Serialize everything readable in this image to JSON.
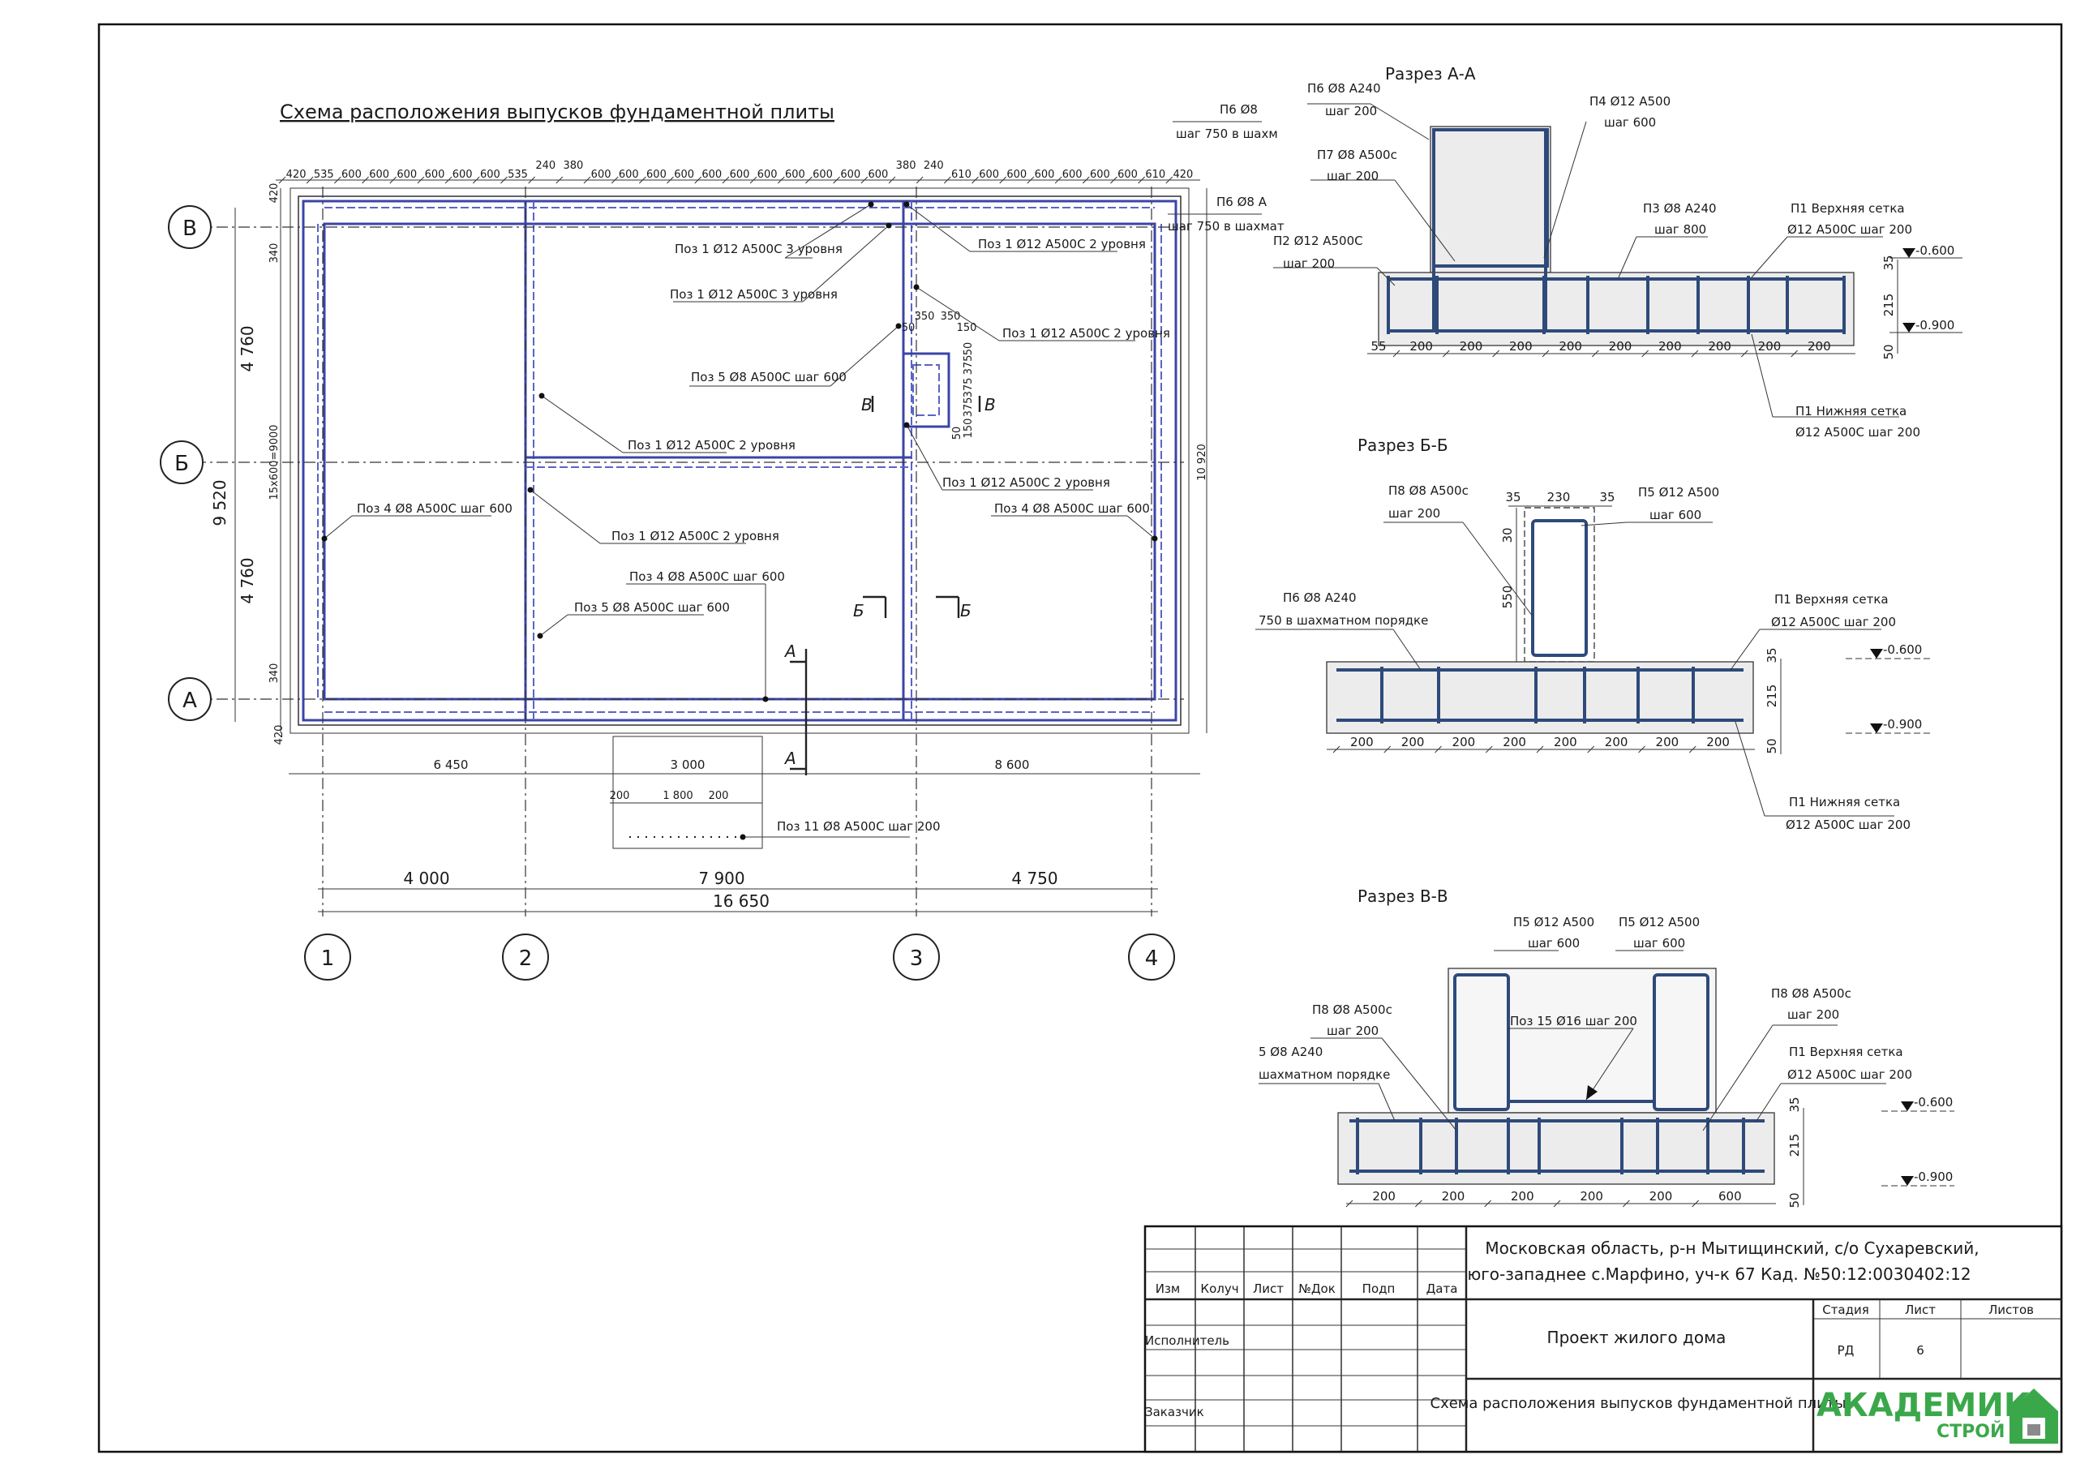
{
  "plan": {
    "title": "Схема расположения выпусков фундаментной плиты",
    "axes_rows": [
      "В",
      "Б",
      "А"
    ],
    "axes_cols": [
      "1",
      "2",
      "3",
      "4"
    ],
    "top_dims": [
      "420",
      "535",
      "600",
      "600",
      "600",
      "600",
      "600",
      "600",
      "535",
      "240",
      "380",
      "600",
      "600",
      "600",
      "600",
      "600",
      "600",
      "600",
      "600",
      "600",
      "600",
      "600",
      "380",
      "240",
      "610",
      "600",
      "600",
      "600",
      "600",
      "600",
      "600",
      "610",
      "420"
    ],
    "left_dims": {
      "d1": "4 760",
      "d2": "4 760",
      "total": "9 520",
      "e1": "340",
      "e2": "340",
      "e3": "420",
      "e4": "420",
      "mid": "15х600=9000"
    },
    "right_dim": "10 920",
    "bottom_dims1": [
      "6 450",
      "3 000",
      "8 600"
    ],
    "bottom_dims_small": [
      "200",
      "1 800",
      "200"
    ],
    "bottom_dims2": [
      "4 000",
      "7 900",
      "4 750"
    ],
    "bottom_total": "16 650",
    "detail_dims": [
      "350",
      "350",
      "150",
      "50",
      "375",
      "375",
      "50",
      "375",
      "150",
      "50"
    ],
    "labels": [
      "Поз 1 Ø12 А500С 3 уровня",
      "Поз 1 Ø12 А500С 3 уровня",
      "Поз 1 Ø12 А500С 2 уровня",
      "Поз 1 Ø12 А500С 2 уровня",
      "Поз 5 Ø8 А500С шаг 600",
      "Поз 1 Ø12 А500С 2 уровня",
      "Поз 1 Ø12 А500С 2 уровня",
      "Поз 4 Ø8 А500С шаг 600",
      "Поз 4 Ø8 А500С шаг 600",
      "Поз 1 Ø12 А500С 2 уровня",
      "Поз 4 Ø8 А500С шаг 600",
      "Поз 5 Ø8 А500С шаг 600",
      "Поз 11 Ø8 А500С шаг 200",
      "П6 Ø8",
      "шаг 750 в шахм",
      "П6 Ø8 А",
      "шаг 750 в шахмат"
    ],
    "section_marks": [
      "А",
      "А",
      "Б",
      "Б",
      "В",
      "В"
    ]
  },
  "sections": {
    "aa": {
      "title": "Разрез А-А",
      "labels": [
        "П6 Ø8 А240",
        "шаг 200",
        "П4 Ø12 А500",
        "шаг 600",
        "П7 Ø8 А500с",
        "шаг 200",
        "П3 Ø8 А240",
        "шаг 800",
        "П1 Верхняя сетка",
        "Ø12 А500С шаг 200",
        "П2 Ø12 А500С",
        "шаг 200",
        "П1 Нижняя сетка",
        "Ø12 А500С шаг 200"
      ],
      "levels": [
        "-0.600",
        "-0.900"
      ],
      "dims": [
        "55",
        "200",
        "200",
        "200",
        "200",
        "200",
        "200",
        "200",
        "200",
        "200",
        "35",
        "215",
        "50"
      ]
    },
    "bb": {
      "title": "Разрез Б-Б",
      "labels": [
        "П8 Ø8 А500с",
        "шаг 200",
        "П5 Ø12 А500",
        "шаг 600",
        "П6 Ø8 А240",
        "750 в шахматном порядке",
        "П1 Верхняя сетка",
        "Ø12 А500С шаг 200",
        "П1 Нижняя сетка",
        "Ø12 А500С шаг 200"
      ],
      "levels": [
        "-0.600",
        "-0.900"
      ],
      "dims": [
        "35",
        "230",
        "35",
        "30",
        "550",
        "200",
        "200",
        "200",
        "200",
        "200",
        "200",
        "200",
        "200",
        "35",
        "215",
        "50"
      ]
    },
    "vv": {
      "title": "Разрез В-В",
      "labels": [
        "П5 Ø12 А500",
        "шаг 600",
        "П5 Ø12 А500",
        "шаг 600",
        "П8 Ø8 А500с",
        "шаг 200",
        "П8 Ø8 А500с",
        "шаг 200",
        "Поз 15 Ø16 шаг 200",
        "5 Ø8 А240",
        "шахматном порядке",
        "П1 Верхняя сетка",
        "Ø12 А500С шаг 200"
      ],
      "levels": [
        "-0.600",
        "-0.900"
      ],
      "dims": [
        "200",
        "200",
        "200",
        "200",
        "200",
        "600",
        "35",
        "215",
        "50"
      ]
    }
  },
  "title_block": {
    "col_headers": [
      "Изм",
      "Колуч",
      "Лист",
      "№Док",
      "Подп",
      "Дата"
    ],
    "executor": "Исполнитель",
    "customer": "Заказчик",
    "address_line1": "Московская область, р-н Мытищинский, с/о Сухаревский,",
    "address_line2": "юго-западнее с.Марфино, уч-к 67  Кад. №50:12:0030402:12",
    "project": "Проект жилого дома",
    "sheet_title": "Схема расположения выпусков фундаментной плиты",
    "stage_label": "Стадия",
    "sheet_label": "Лист",
    "sheets_label": "Листов",
    "stage": "РД",
    "sheet": "6",
    "sheets": "",
    "logo_main": "АКАДЕМИК",
    "logo_sub": "СТРОЙ"
  },
  "colors": {
    "rebar": "#3b44a8",
    "logo_green": "#3aa84a",
    "logo_gray": "#8a8a8a"
  }
}
